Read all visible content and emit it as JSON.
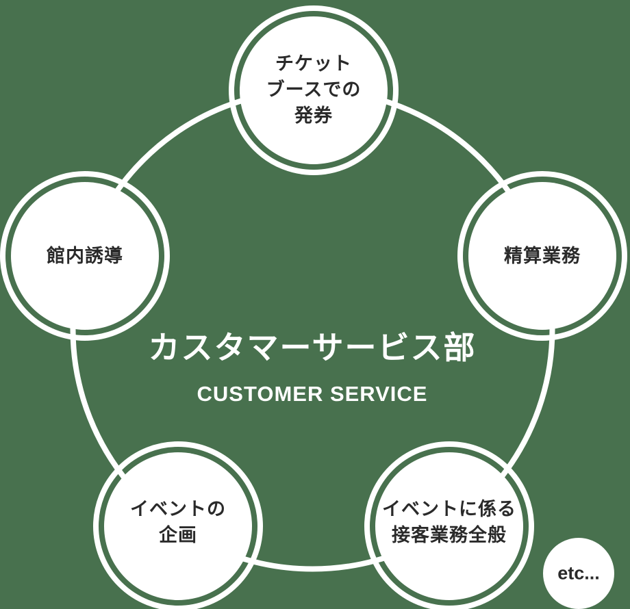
{
  "diagram": {
    "title": "カスタマーサービス部",
    "subtitle": "CUSTOMER SERVICE",
    "etc_label": "etc...",
    "colors": {
      "background": "#48714E",
      "circle_white": "#FFFFFF",
      "node_text": "#2A2A2A"
    },
    "nodes": [
      {
        "id": "ticket-booth-issuing",
        "position": "top",
        "lines": [
          "チケット",
          "ブースでの",
          "発券"
        ]
      },
      {
        "id": "settlement-work",
        "position": "right",
        "lines": [
          "精算業務"
        ]
      },
      {
        "id": "event-customer-service",
        "position": "bottom-right",
        "lines": [
          "イベントに係る",
          "接客業務全般"
        ]
      },
      {
        "id": "event-planning",
        "position": "bottom-left",
        "lines": [
          "イベントの",
          "企画"
        ]
      },
      {
        "id": "in-building-guidance",
        "position": "left",
        "lines": [
          "館内誘導"
        ]
      }
    ]
  }
}
